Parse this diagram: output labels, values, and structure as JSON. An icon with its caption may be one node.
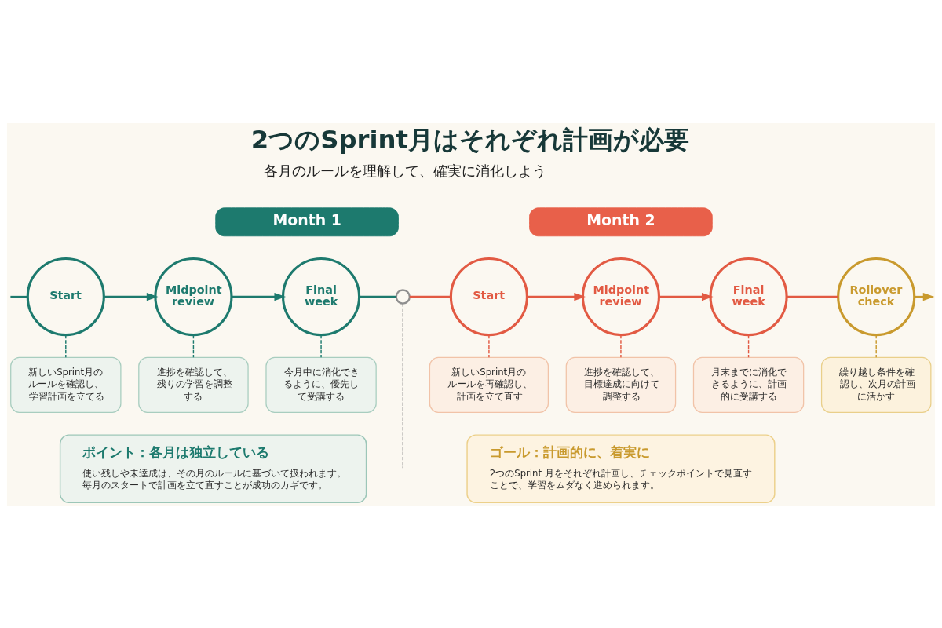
{
  "diagram": {
    "title": "2つのSprint月はそれぞれ計画が必要",
    "nodes": [
      {
        "text": [
          "Month 1"
        ]
      },
      {
        "text": [
          "Month 2"
        ]
      },
      {
        "text": [
          "Start"
        ]
      },
      {
        "text": [
          "Midpoint review"
        ]
      },
      {
        "text": [
          "Final week"
        ]
      },
      {
        "text": [],
        "shape": "circle"
      },
      {
        "text": [
          "Start"
        ]
      },
      {
        "text": [
          "Midpoint review"
        ]
      },
      {
        "text": [
          "Final week"
        ]
      },
      {
        "text": [
          "Rollover check"
        ]
      },
      {
        "text": [
          "新しいSprint月のルールを確認し、学習計画を立てる"
        ]
      },
      {
        "text": [
          "進捗を確認して、残りの学習を調整する"
        ]
      },
      {
        "text": [
          "今月中に消化できるように、優先して受講する"
        ]
      },
      {
        "text": [
          "新しいSprint月のルールを再確認し、計画を立て直す"
        ]
      },
      {
        "text": [
          "進捗を確認して、目標達成に向けて調整する"
        ]
      },
      {
        "text": [
          "月末までに消化できるように、計画的に受講する"
        ]
      },
      {
        "text": [
          "繰り越し条件を確認し、次月の計画に活かす"
        ]
      },
      {
        "text": [
          "ポイント：各月は独立している",
          "使い残しや未達成は、その月のルールに基づいて扱われます。毎月のスタートで計画を立て直すことが成功のカギです。"
        ]
      },
      {
        "text": [
          "ゴール：計画的に、着実に",
          "2つのSprint 月をそれぞれ計画し、チェックポイントで見直すことで、学習をムダなく進められます。"
        ]
      }
    ],
    "edges": [
      {
        "from": null,
        "to": 2,
        "arrow": "none",
        "color": "#1d7a6e"
      },
      {
        "from": 2,
        "to": 3,
        "arrow": "to",
        "color": "#1d7a6e"
      },
      {
        "from": 3,
        "to": 4,
        "arrow": "to",
        "color": "#1d7a6e"
      },
      {
        "from": 4,
        "to": 5,
        "arrow": "none",
        "color": "#1d7a6e"
      },
      {
        "from": 5,
        "to": 6,
        "arrow": "none",
        "color": "#e25a43"
      },
      {
        "from": 6,
        "to": 7,
        "arrow": "to",
        "color": "#e25a43"
      },
      {
        "from": 7,
        "to": 8,
        "arrow": "to",
        "color": "#e25a43"
      },
      {
        "from": 8,
        "to": 9,
        "arrow": "none",
        "color": "#e25a43"
      },
      {
        "from": 9,
        "to": null,
        "arrow": "to",
        "color": "#c99a2e"
      },
      {
        "from": 2,
        "to": 10,
        "arrow": "none",
        "style": "dashed",
        "color": "#1d7a6e"
      },
      {
        "from": 3,
        "to": 11,
        "arrow": "none",
        "style": "dashed",
        "color": "#1d7a6e"
      },
      {
        "from": 4,
        "to": 12,
        "arrow": "none",
        "style": "dashed",
        "color": "#1d7a6e"
      },
      {
        "from": 6,
        "to": 13,
        "arrow": "none",
        "style": "dashed",
        "color": "#e25a43"
      },
      {
        "from": 7,
        "to": 14,
        "arrow": "none",
        "style": "dashed",
        "color": "#e25a43"
      },
      {
        "from": 8,
        "to": 15,
        "arrow": "none",
        "style": "dashed",
        "color": "#e25a43"
      },
      {
        "from": 9,
        "to": 16,
        "arrow": "none",
        "style": "dashed",
        "color": "#c99a2e"
      },
      {
        "from": 5,
        "to": null,
        "arrow": "none",
        "style": "dashed",
        "color": "#8f8f8f"
      }
    ],
    "labels": [
      "各月のルールを理解して、確実に消化しよう"
    ]
  }
}
